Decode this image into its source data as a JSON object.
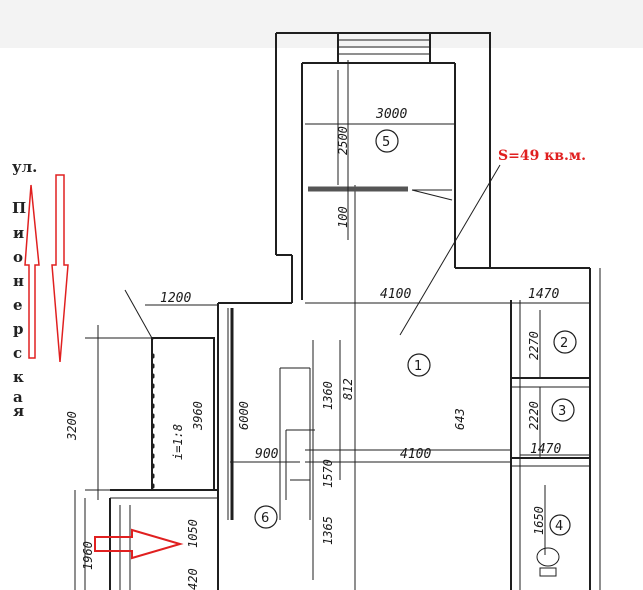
{
  "street_label": {
    "prefix": "ул.",
    "letters": [
      "П",
      "и",
      "о",
      "н",
      "е",
      "р",
      "с",
      "к",
      "а",
      "я"
    ]
  },
  "area_label": "S=49 кв.м.",
  "rooms": [
    {
      "id": "1",
      "label": "1"
    },
    {
      "id": "2",
      "label": "2"
    },
    {
      "id": "3",
      "label": "3"
    },
    {
      "id": "4",
      "label": "4"
    },
    {
      "id": "5",
      "label": "5"
    },
    {
      "id": "6",
      "label": "6"
    }
  ],
  "dimensions": {
    "d3000": "3000",
    "d2500": "2500",
    "d100": "100",
    "d4100_top": "4100",
    "d1470_top": "1470",
    "d1200": "1200",
    "d2270": "2270",
    "d812": "812",
    "d643": "643",
    "d6000": "6000",
    "d3960": "3960",
    "d3200": "3200",
    "d1360": "1360",
    "d2220": "2220",
    "d4100_bottom": "4100",
    "d1470_bottom": "1470",
    "d900": "900",
    "d1570": "1570",
    "d1365": "1365",
    "d1650": "1650",
    "d1960": "1960",
    "d420": "420",
    "d1050": "1050",
    "slope": "i=1:8"
  },
  "colors": {
    "line": "#1f1f1f",
    "red": "#e02020",
    "paper": "#ffffff"
  }
}
